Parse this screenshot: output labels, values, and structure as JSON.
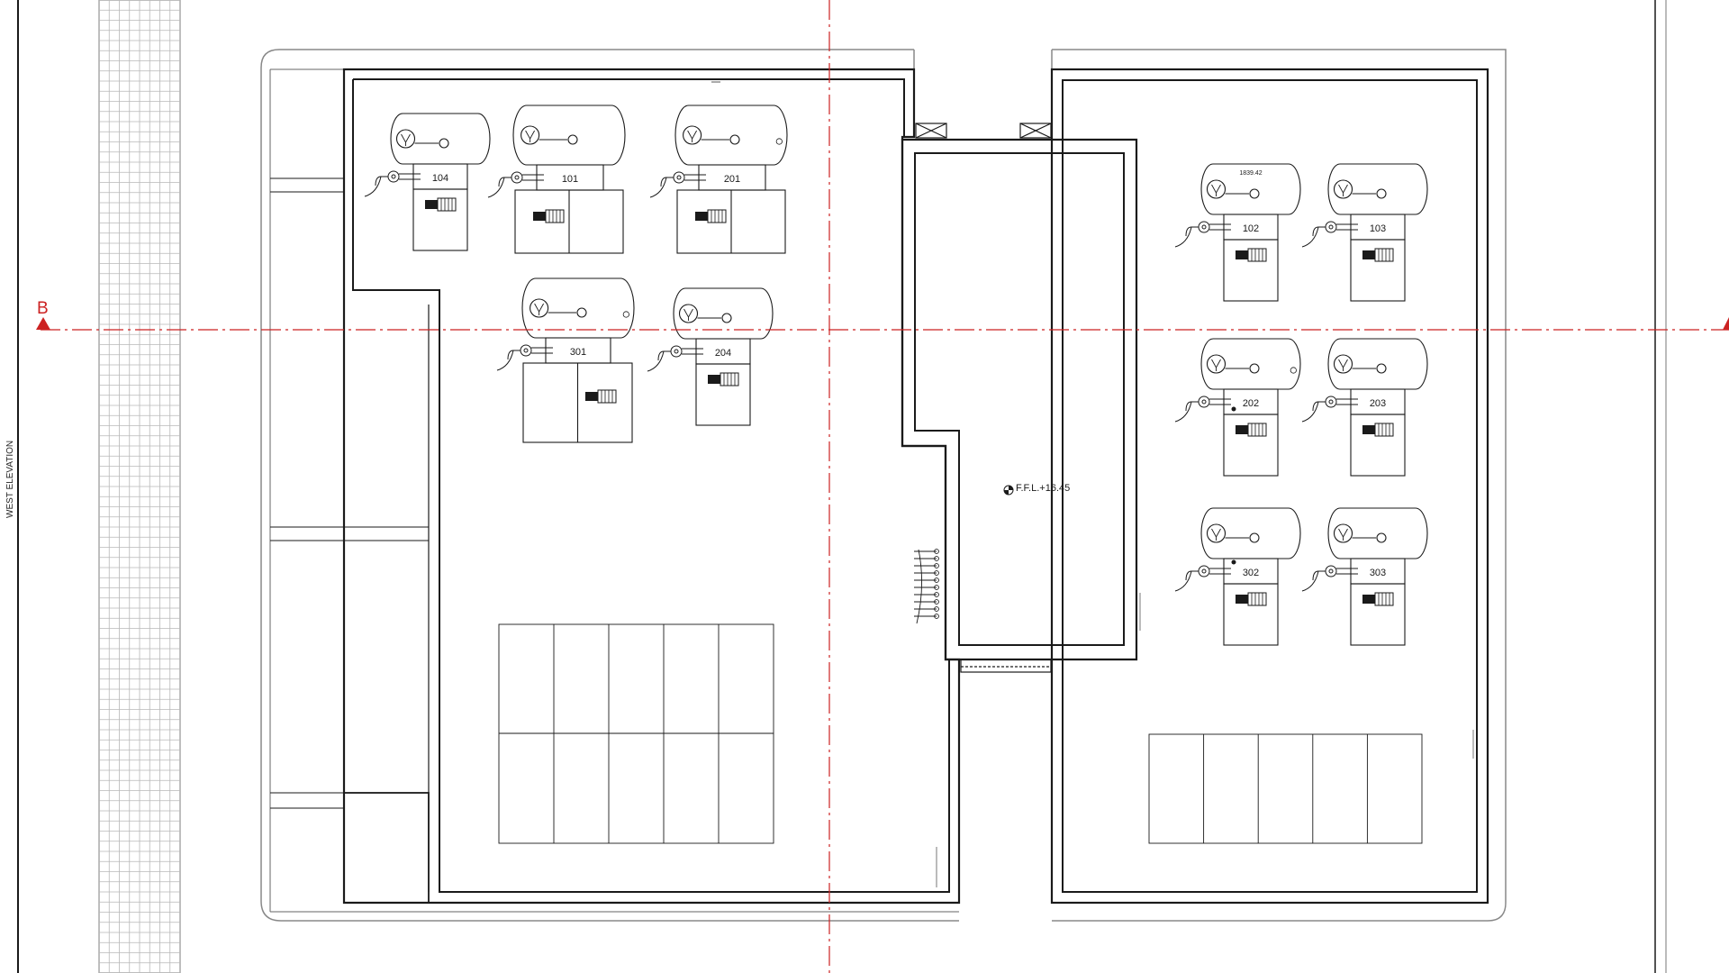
{
  "drawing": {
    "section_marker_letter": "B",
    "elevation_label": "WEST ELEVATION",
    "floor_level_label": "F.F.L.+16.45",
    "tank_annotation": "1839.42",
    "units_left_block": [
      {
        "id": "104",
        "layout": "single"
      },
      {
        "id": "101",
        "layout": "double"
      },
      {
        "id": "201",
        "layout": "double",
        "gauge": true
      },
      {
        "id": "301",
        "layout": "double-tall",
        "gauge": true
      },
      {
        "id": "204",
        "layout": "single"
      }
    ],
    "units_right_block": [
      {
        "id": "102",
        "annotated": true
      },
      {
        "id": "103"
      },
      {
        "id": "202",
        "gauge": true
      },
      {
        "id": "203"
      },
      {
        "id": "302"
      },
      {
        "id": "303"
      }
    ],
    "colors": {
      "line": "#1a1a1a",
      "thin_line": "#555555",
      "section_line": "#cc2222",
      "grid": "#b8b8b8",
      "background": "#ffffff"
    }
  }
}
